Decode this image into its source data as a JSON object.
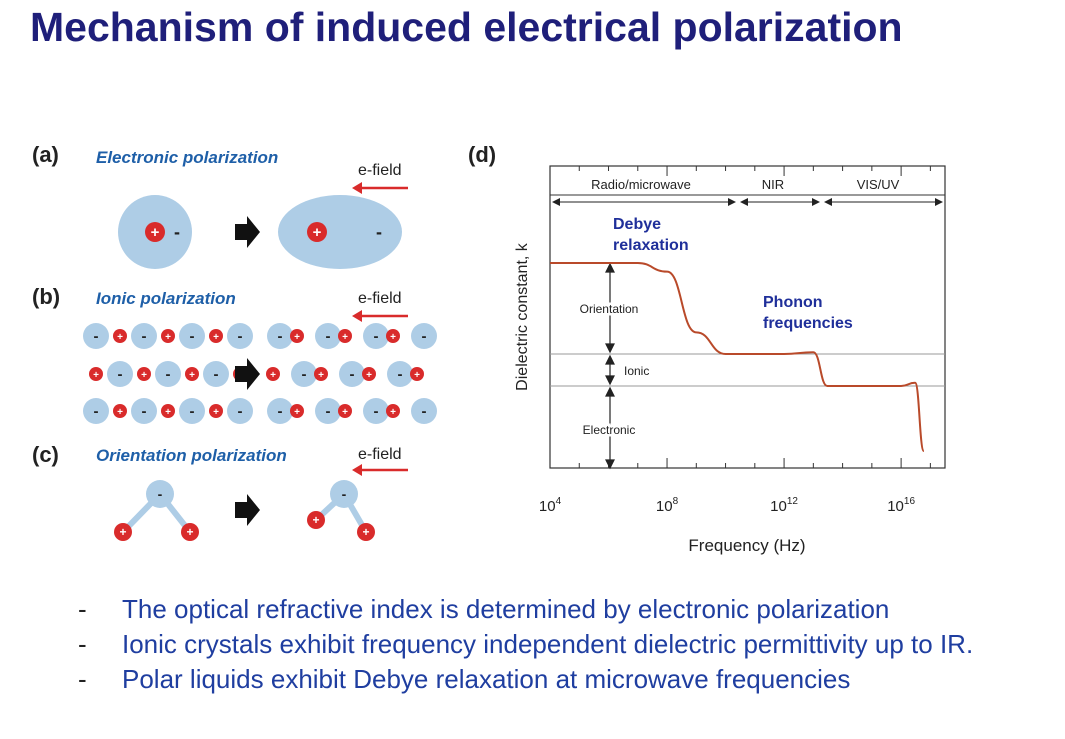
{
  "slide": {
    "title": "Mechanism of induced electrical polarization"
  },
  "panels": {
    "a": {
      "label": "(a)",
      "title": "Electronic polarization",
      "field_label": "e-field"
    },
    "b": {
      "label": "(b)",
      "title": "Ionic polarization",
      "field_label": "e-field"
    },
    "c": {
      "label": "(c)",
      "title": "Orientation polarization",
      "field_label": "e-field"
    },
    "d": {
      "label": "(d)"
    }
  },
  "symbols": {
    "plus": "+",
    "minus": "-"
  },
  "colors": {
    "title": "#1f1f7a",
    "panel_title": "#1e5fa8",
    "atom": "#aecde6",
    "positive": "#d92b2b",
    "field_arrow": "#d92b2b",
    "curve": "#b94a2a",
    "bullet_text": "#1f3ea0",
    "annotation": "#1f2f9a"
  },
  "chart_data": {
    "type": "line",
    "ylabel": "Dielectric constant, k",
    "xlabel": "Frequency (Hz)",
    "x_scale": "log",
    "x_ticks": [
      {
        "base": "10",
        "exp": "4",
        "value": 10000
      },
      {
        "base": "10",
        "exp": "8",
        "value": 100000000
      },
      {
        "base": "10",
        "exp": "12",
        "value": 1000000000000
      },
      {
        "base": "10",
        "exp": "16",
        "value": 10000000000000000
      }
    ],
    "regions": [
      "Radio/microwave",
      "NIR",
      "VIS/UV"
    ],
    "contributions": [
      "Orientation",
      "Ionic",
      "Electronic"
    ],
    "annotations": [
      {
        "lines": [
          "Debye",
          "relaxation"
        ]
      },
      {
        "lines": [
          "Phonon",
          "frequencies"
        ]
      }
    ],
    "series": [
      {
        "x": [
          10000,
          10000000,
          100000000,
          1000000000,
          10000000000,
          1000000000000,
          10000000000000,
          30000000000000,
          100000000000000,
          1000000000000000,
          10000000000000000,
          30000000000000000,
          60000000000000000
        ],
        "y": [
          3.0,
          3.0,
          2.9,
          2.2,
          1.95,
          1.95,
          1.97,
          1.45,
          1.45,
          1.45,
          1.45,
          1.5,
          0.3
        ]
      }
    ]
  },
  "bullets": [
    {
      "dash": "-",
      "text": "The optical refractive index is determined by electronic polarization"
    },
    {
      "dash": "-",
      "text": "Ionic crystals exhibit frequency independent dielectric permittivity up to IR."
    },
    {
      "dash": "-",
      "text": "Polar liquids exhibit Debye relaxation at microwave frequencies"
    }
  ]
}
